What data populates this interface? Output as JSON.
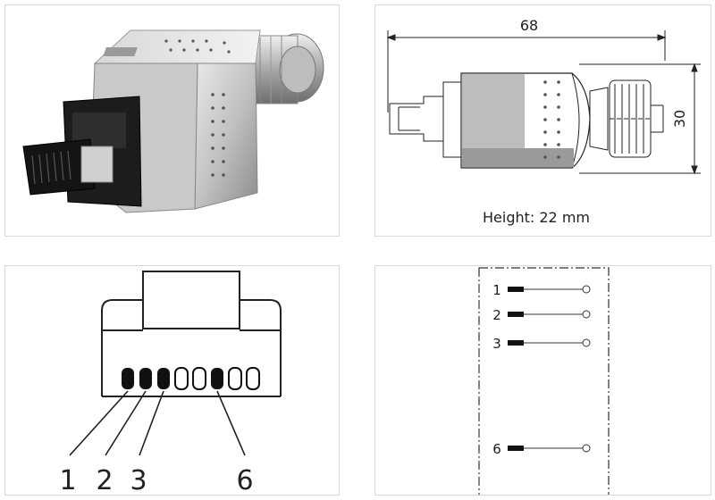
{
  "dimensions": {
    "length": "68",
    "diameter": "30",
    "height_note": "Height: 22 mm"
  },
  "pinout": {
    "labels": [
      "1",
      "2",
      "3",
      "6"
    ]
  },
  "schematic": {
    "pins": [
      "1",
      "2",
      "3",
      "6"
    ]
  },
  "colors": {
    "panel_border": "#d9d9d9",
    "line": "#222222",
    "metal_light": "#d4d4d4",
    "metal_dark": "#8a8a8a",
    "housing_dark": "#1c1c1c"
  }
}
